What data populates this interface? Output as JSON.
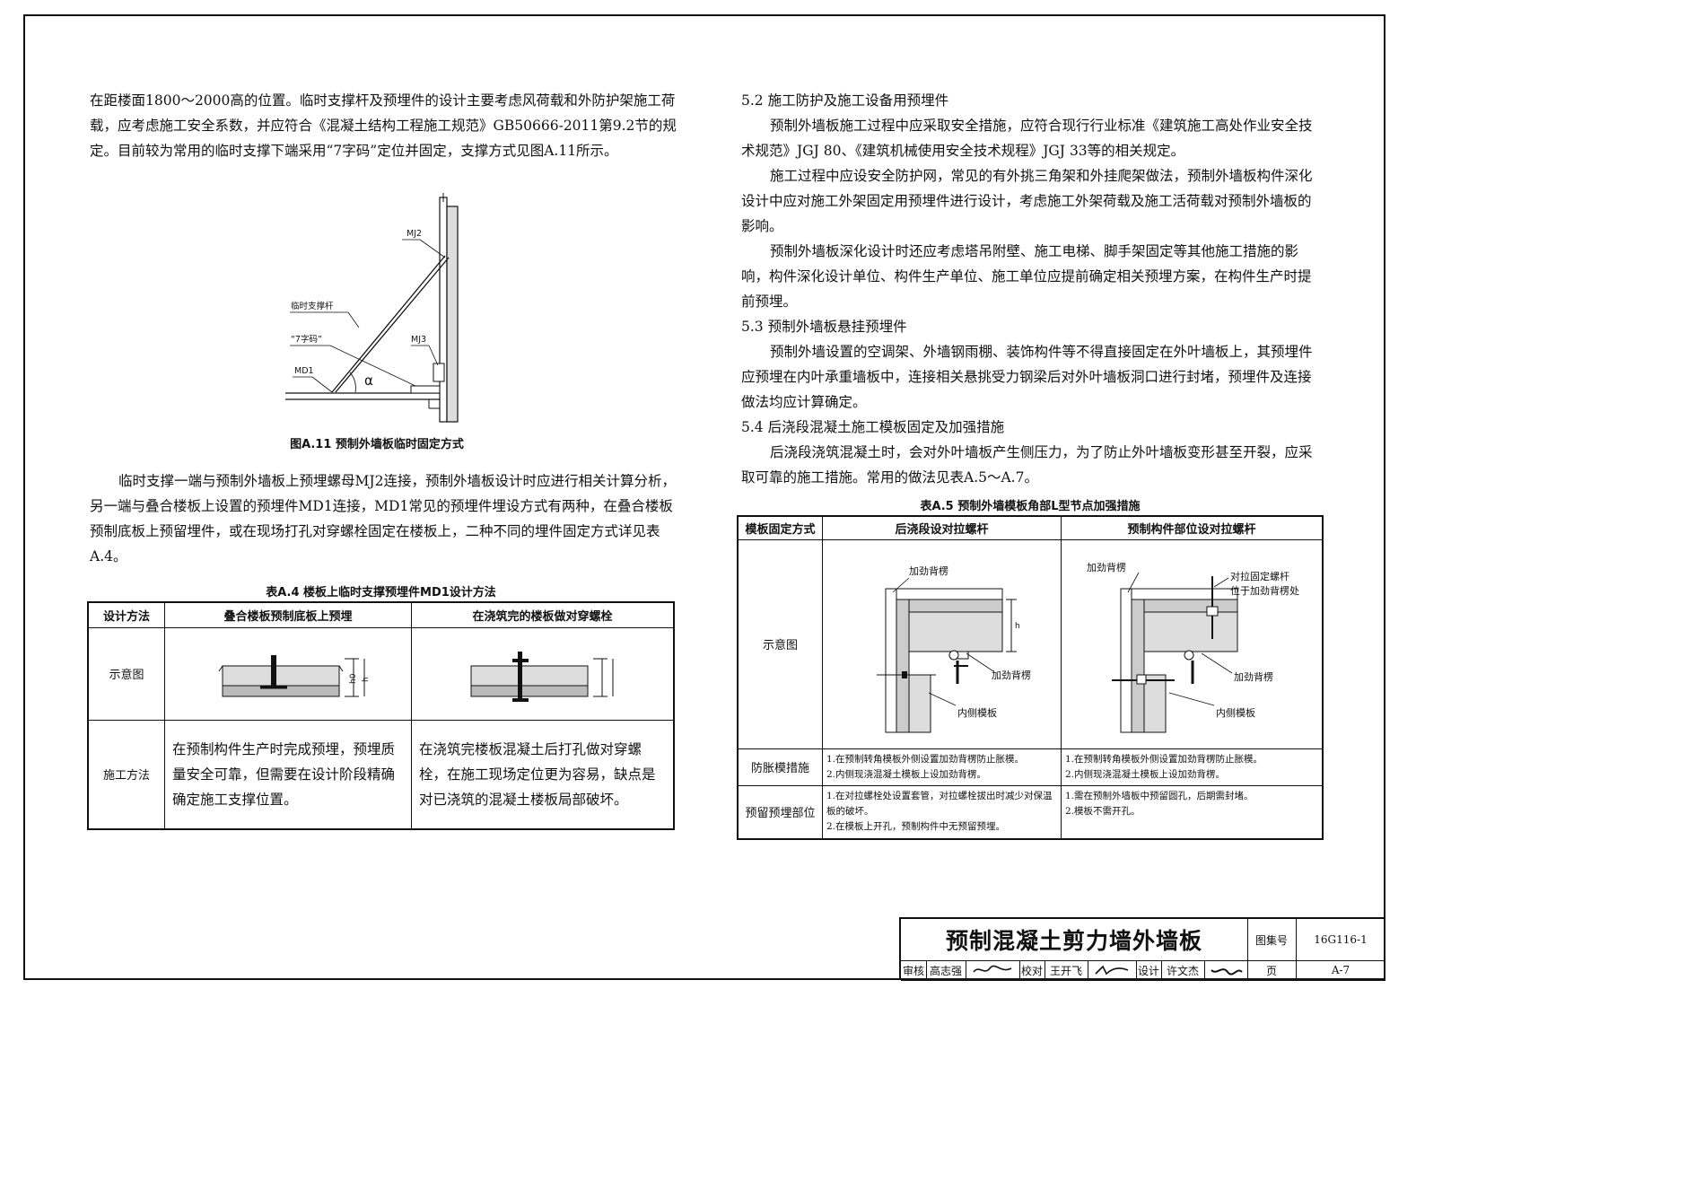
{
  "left": {
    "p1": "在距楼面1800～2000高的位置。临时支撑杆及预埋件的设计主要考虑风荷载和外防护架施工荷载，应考虑施工安全系数，并应符合《混凝土结构工程施工规范》GB50666-2011第9.2节的规定。目前较为常用的临时支撑下端采用“7字码”定位并固定，支撑方式见图A.11所示。",
    "fig_labels": {
      "mj2": "MJ2",
      "brace": "临时支撑杆",
      "seven": "“7字码”",
      "mj3": "MJ3",
      "md1": "MD1",
      "alpha": "α"
    },
    "fig_caption": "图A.11  预制外墙板临时固定方式",
    "p2": "临时支撑一端与预制外墙板上预埋螺母MJ2连接，预制外墙板设计时应进行相关计算分析，另一端与叠合楼板上设置的预埋件MD1连接，MD1常见的预埋件埋设方式有两种，在叠合楼板预制底板上预留埋件，或在现场打孔对穿螺栓固定在楼板上，二种不同的埋件固定方式详见表A.4。",
    "table_caption": "表A.4  楼板上临时支撑预埋件MD1设计方法",
    "table": {
      "h0": "设计方法",
      "h1": "叠合楼板预制底板上预埋",
      "h2": "在浇筑完的楼板做对穿螺栓",
      "r1": "示意图",
      "r2": "施工方法",
      "c1": "在预制构件生产时完成预埋，预埋质量安全可靠，但需要在设计阶段精确确定施工支撑位置。",
      "c2": "在浇筑完楼板混凝土后打孔做对穿螺栓，在施工现场定位更为容易，缺点是对已浇筑的混凝土楼板局部破坏。",
      "dim_h0": "h0",
      "dim_h": "h"
    }
  },
  "right": {
    "s52": "5.2  施工防护及施工设备用预埋件",
    "p52a": "预制外墙板施工过程中应采取安全措施，应符合现行行业标准《建筑施工高处作业安全技术规范》JGJ 80、《建筑机械使用安全技术规程》JGJ 33等的相关规定。",
    "p52b": "施工过程中应设安全防护网，常见的有外挑三角架和外挂爬架做法，预制外墙板构件深化设计中应对施工外架固定用预埋件进行设计，考虑施工外架荷载及施工活荷载对预制外墙板的影响。",
    "p52c": "预制外墙板深化设计时还应考虑塔吊附壁、施工电梯、脚手架固定等其他施工措施的影响，构件深化设计单位、构件生产单位、施工单位应提前确定相关预埋方案，在构件生产时提前预埋。",
    "s53": "5.3  预制外墙板悬挂预埋件",
    "p53": "预制外墙设置的空调架、外墙钢雨棚、装饰构件等不得直接固定在外叶墙板上，其预埋件应预埋在内叶承重墙板中，连接相关悬挑受力钢梁后对外叶墙板洞口进行封堵，预埋件及连接做法均应计算确定。",
    "s54": "5.4  后浇段混凝土施工模板固定及加强措施",
    "p54": "后浇段浇筑混凝土时，会对外叶墙板产生侧压力，为了防止外叶墙板变形甚至开裂，应采取可靠的施工措施。常用的做法见表A.5～A.7。",
    "table_caption": "表A.5  预制外墙模板角部L型节点加强措施",
    "table": {
      "h0": "模板固定方式",
      "h1": "后浇段设对拉螺杆",
      "h2": "预制构件部位设对拉螺杆",
      "r1": "示意图",
      "r2": "防胀模措施",
      "r3": "预留预埋部位",
      "fig1": {
        "top": "加劲背楞",
        "mid": "加劲背楞",
        "bot": "内侧模板",
        "dim": "h"
      },
      "fig2": {
        "top": "加劲背楞",
        "note1": "对拉固定螺杆",
        "note2": "位于加劲背楞处",
        "mid": "加劲背楞",
        "bot": "内侧模板"
      },
      "c21a": "1.在预制转角模板外侧设置加劲背楞防止胀模。",
      "c21b": "2.内侧现浇混凝土模板上设加劲背楞。",
      "c22a": "1.在预制转角模板外侧设置加劲背楞防止胀模。",
      "c22b": "2.内侧现浇混凝土模板上设加劲背楞。",
      "c31a": "1.在对拉螺栓处设置套管，对拉螺栓拔出时减少对保温板的破坏。",
      "c31b": "2.在模板上开孔，预制构件中无预留预埋。",
      "c32a": "1.需在预制外墙板中预留圆孔，后期需封堵。",
      "c32b": "2.模板不需开孔。"
    }
  },
  "titleblock": {
    "title": "预制混凝土剪力墙外墙板",
    "atlas_label": "图集号",
    "atlas_no": "16G116-1",
    "review": "审核",
    "reviewer": "高志强",
    "check": "校对",
    "checker": "王开飞",
    "design": "设计",
    "designer": "许文杰",
    "page_label": "页",
    "page_no": "A-7"
  }
}
